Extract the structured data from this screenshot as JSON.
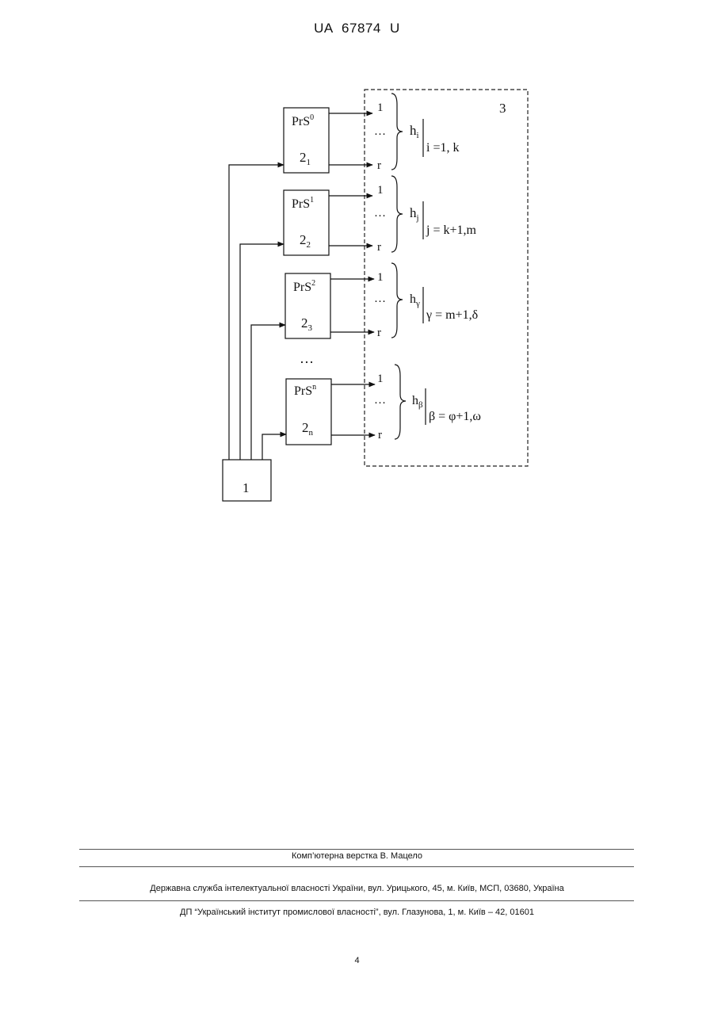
{
  "header": {
    "patent_number": "UA  67874  U"
  },
  "diagram": {
    "source_block_label": "1",
    "output_block_label": "3",
    "ellipsis": "…",
    "registers": [
      {
        "reg_name": "PrS",
        "reg_sup": "0",
        "block_base": "2",
        "block_sub": "1",
        "out_first": "1",
        "out_last": "r",
        "h_base": "h",
        "h_sub": "i",
        "range": "i =1, k"
      },
      {
        "reg_name": "PrS",
        "reg_sup": "1",
        "block_base": "2",
        "block_sub": "2",
        "out_first": "1",
        "out_last": "r",
        "h_base": "h",
        "h_sub": "j",
        "range": "j = k+1,m"
      },
      {
        "reg_name": "PrS",
        "reg_sup": "2",
        "block_base": "2",
        "block_sub": "3",
        "out_first": "1",
        "out_last": "r",
        "h_base": "h",
        "h_sub": "γ",
        "range": "γ = m+1,δ"
      },
      {
        "reg_name": "PrS",
        "reg_sup": "n",
        "block_base": "2",
        "block_sub": "n",
        "out_first": "1",
        "out_last": "r",
        "h_base": "h",
        "h_sub": "β",
        "range": "β = φ+1,ω"
      }
    ]
  },
  "footer": {
    "layout_credit": "Комп’ютерна верстка В. Мацело",
    "agency": "Державна служба інтелектуальної власності України, вул. Урицького, 45, м. Київ, МСП, 03680, Україна",
    "institute": "ДП “Український інститут промислової власності”, вул. Глазунова, 1, м. Київ – 42, 01601"
  },
  "page_number": "4"
}
